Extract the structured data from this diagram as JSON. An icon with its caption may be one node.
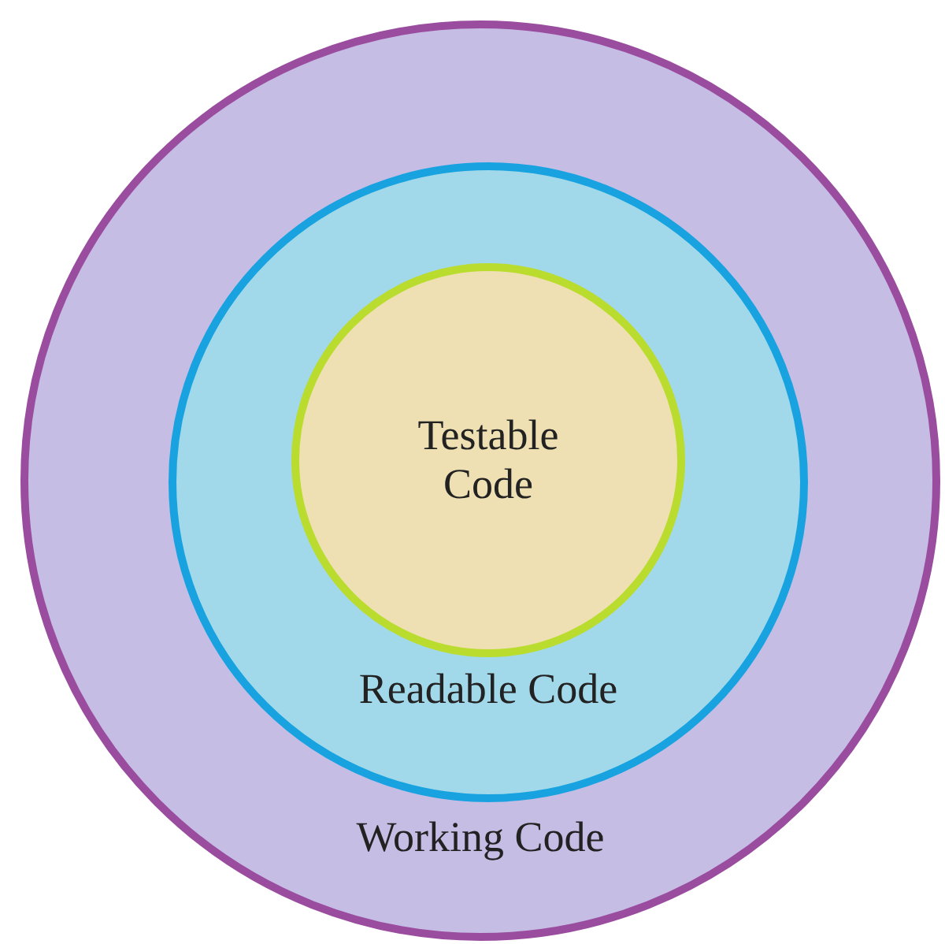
{
  "diagram": {
    "nodes": [
      {
        "text": [
          "Working Code"
        ]
      },
      {
        "text": [
          "Readable Code"
        ],
        "in": 0
      },
      {
        "text": [
          "Testable Code"
        ],
        "in": 1
      }
    ]
  }
}
